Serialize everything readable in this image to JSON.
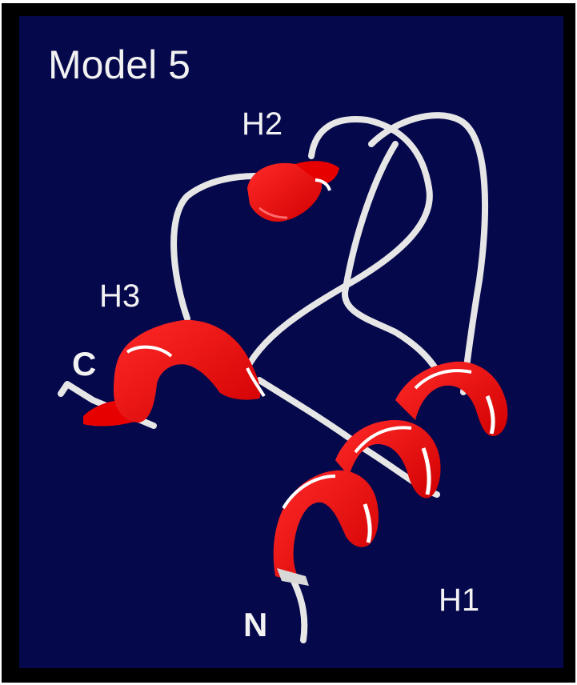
{
  "title": "Model 5",
  "labels": {
    "h1": "H1",
    "h2": "H2",
    "h3": "H3",
    "c_terminus": "C",
    "n_terminus": "N"
  },
  "colors": {
    "background": "#05084b",
    "helix": "#ff0000",
    "coil": "#e6e6e6",
    "text": "#f2f2f2"
  }
}
